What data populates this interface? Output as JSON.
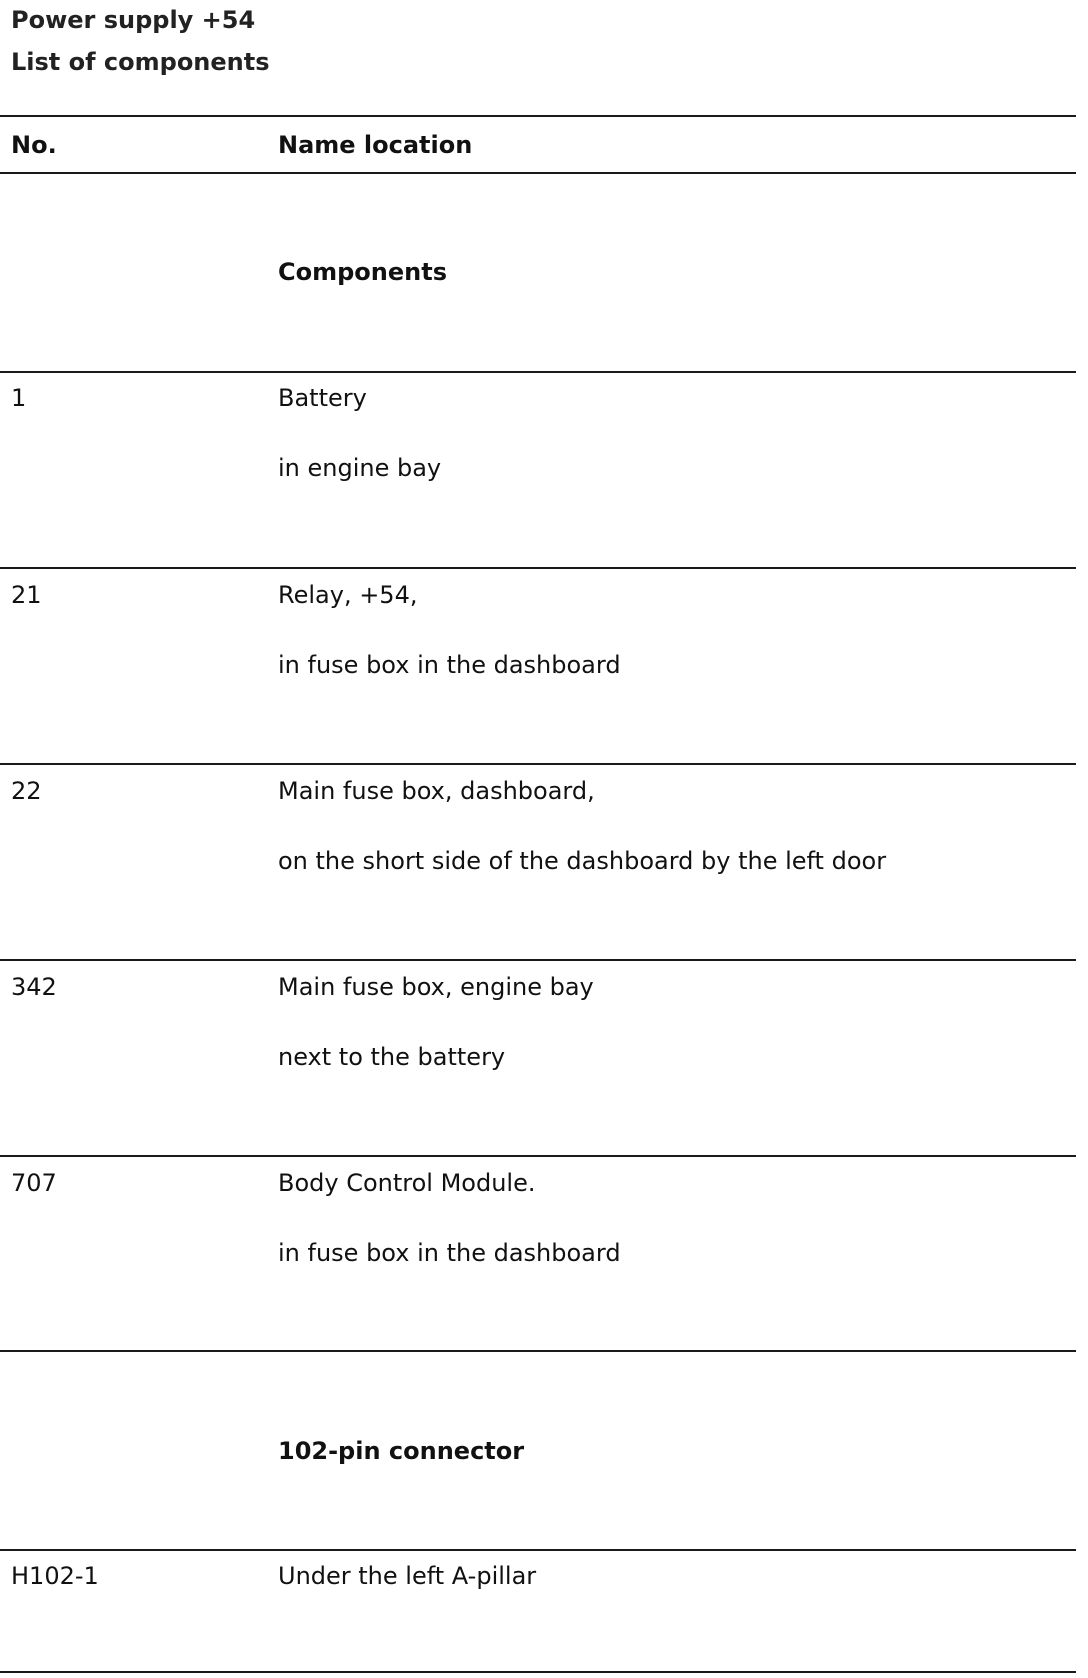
{
  "document": {
    "title_line1": "Power supply +54",
    "title_line2": "List of components"
  },
  "table": {
    "headers": {
      "no": "No.",
      "name_location": "Name location"
    },
    "sections": [
      {
        "heading": "Components",
        "rows": [
          {
            "no": "1",
            "name": "Battery",
            "location": "in engine bay"
          },
          {
            "no": "21",
            "name": "Relay, +54,",
            "location": "in fuse box in the dashboard"
          },
          {
            "no": "22",
            "name": "Main fuse box, dashboard,",
            "location": "on the short side of the dashboard by the left door"
          },
          {
            "no": "342",
            "name": "Main fuse box, engine bay",
            "location": "next to the battery"
          },
          {
            "no": "707",
            "name": "Body Control Module.",
            "location": "in fuse box in the dashboard"
          }
        ]
      },
      {
        "heading": "102-pin connector",
        "rows": [
          {
            "no": "H102-1",
            "name": "Under the left A-pillar"
          }
        ]
      }
    ]
  }
}
